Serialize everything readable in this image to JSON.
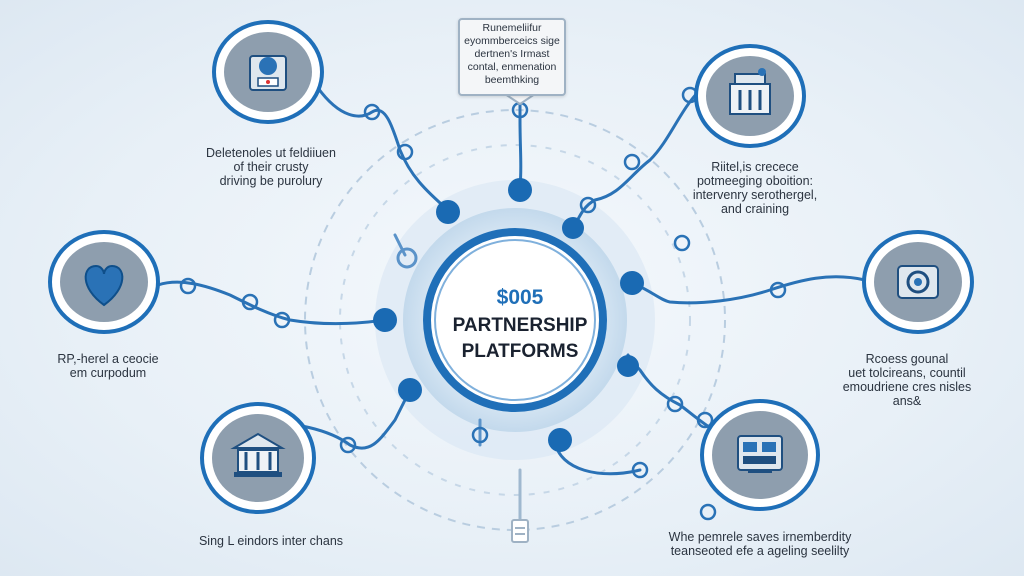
{
  "hub": {
    "amount": "$005",
    "title": "PARTNERSHIP\nPLATFORMS"
  },
  "callout_top": "Runemeliifur\neyommberceics sige\ndertnen's Irmast\ncontal, enmenation\nbeemthking",
  "nodes": [
    {
      "id": "top-left",
      "icon": "printer-globe-icon",
      "caption": "Deletenoles ut feldiiuen\nof their crusty\ndriving be purolury"
    },
    {
      "id": "top-right",
      "icon": "building-chart-icon",
      "caption": "Riitel,is crecece\npotmeeging oboition:\nintervenry serothergel,\nand craining"
    },
    {
      "id": "mid-left",
      "icon": "heart-icon",
      "caption": "RP,-herel a ceocie\nem curpodum"
    },
    {
      "id": "mid-right",
      "icon": "camera-icon",
      "caption": "Rcoess gounal\nuet tolcireans, countil\nemoudriene cres nisles\nans&"
    },
    {
      "id": "bottom-left",
      "icon": "bank-icon",
      "caption": "Sing L eindors inter chans"
    },
    {
      "id": "bottom-right",
      "icon": "dashboard-icon",
      "caption": "Whe pemrele saves irnemberdity\nteanseoted efe a ageling seelilty"
    }
  ],
  "colors": {
    "accent": "#1f6fb8",
    "accent_dark": "#0f4f8a",
    "hub_ring": "#c9ddef",
    "icon_fill": "#9aa9b8",
    "line": "#2a72b6"
  }
}
